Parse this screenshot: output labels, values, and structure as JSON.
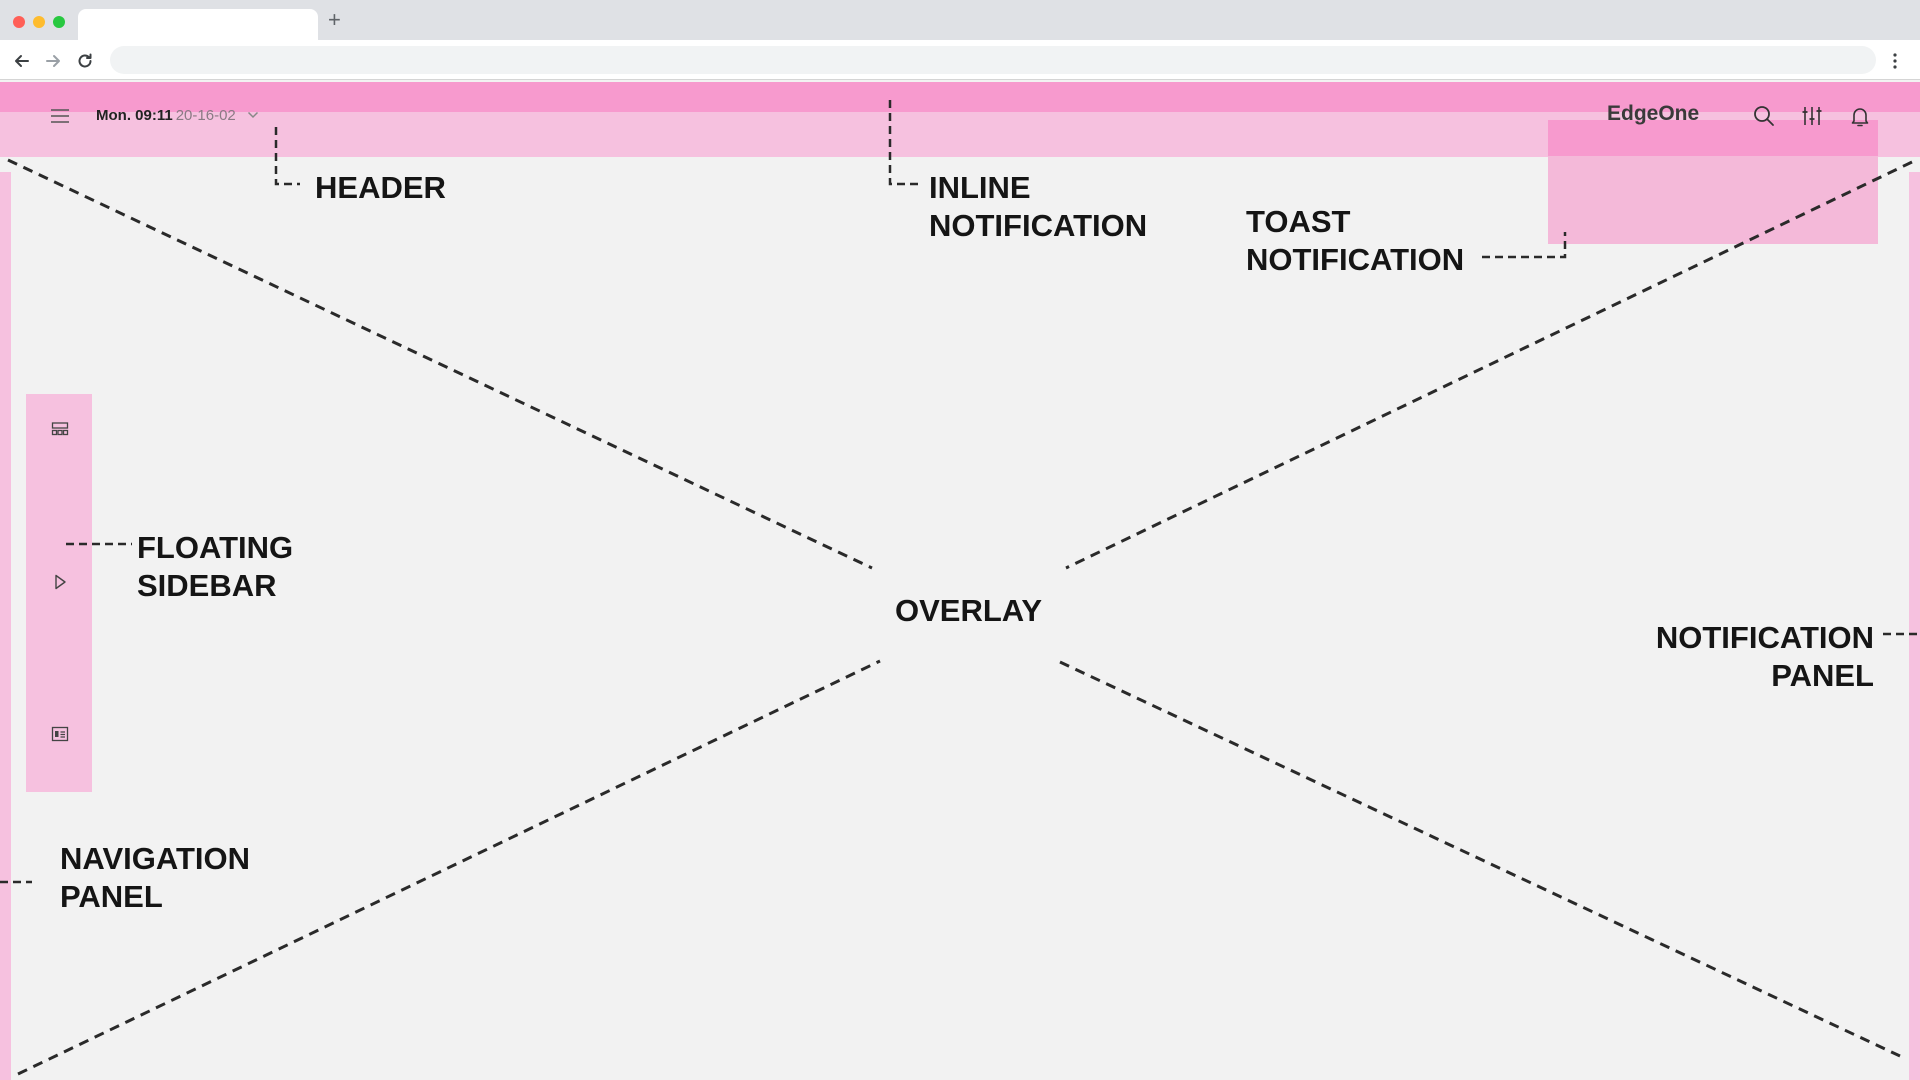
{
  "browser": {
    "tab_title": "",
    "new_tab_symbol": "+",
    "address": "",
    "traffic_lights": [
      "#ff5f57",
      "#febc2e",
      "#28c840"
    ],
    "icons": [
      "back-arrow-icon",
      "forward-arrow-icon",
      "reload-icon",
      "more-vertical-icon"
    ]
  },
  "header": {
    "day_time": "Mon. 09:11",
    "date": "20-16-02",
    "brand": "EdgeOne",
    "icons": [
      "menu-icon",
      "chevron-down-icon",
      "search-icon",
      "sliders-icon",
      "bell-icon"
    ]
  },
  "floating_sidebar": {
    "icons": [
      "grid-layout-icon",
      "play-icon",
      "card-list-icon"
    ]
  },
  "labels": {
    "header": "HEADER",
    "inline_notification": [
      "INLINE",
      "NOTIFICATION"
    ],
    "toast_notification": [
      "TOAST",
      "NOTIFICATION"
    ],
    "floating_sidebar": [
      "FLOATING",
      "SIDEBAR"
    ],
    "overlay": "OVERLAY",
    "notification_panel": [
      "NOTIFICATION",
      "PANEL"
    ],
    "navigation_panel": [
      "NAVIGATION",
      "PANEL"
    ]
  },
  "colors": {
    "accent_strong": "#f79ace",
    "accent_light": "#f6c1df",
    "toast": "#f4b9d9",
    "canvas": "#f2f2f2"
  }
}
